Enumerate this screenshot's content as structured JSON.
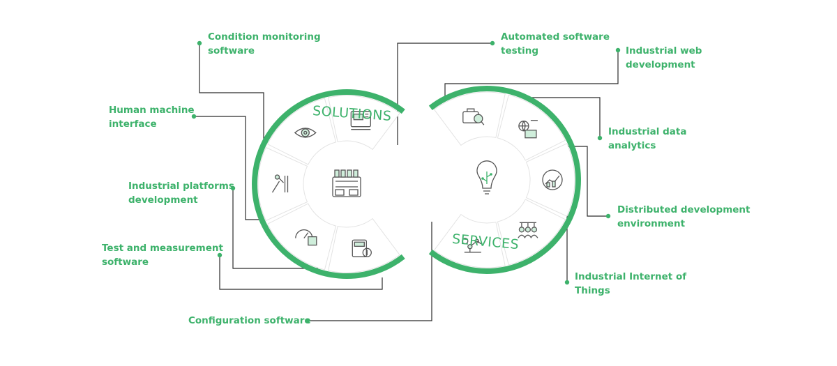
{
  "colors": {
    "accent": "#3db26b",
    "connector": "#2b2b2b",
    "segment_fill": "#ffffff",
    "segment_border": "#e3e3e3",
    "icon_stroke": "#555555"
  },
  "solutions": {
    "title": "SOLUTIONS",
    "center_icon": "control-panel-icon",
    "items": [
      {
        "label": [
          "Condition monitoring",
          "software"
        ],
        "icon": "monitoring-device-icon"
      },
      {
        "label": [
          "Human machine",
          "interface"
        ],
        "icon": "eye-gear-icon"
      },
      {
        "label": [
          "Industrial platforms",
          "development"
        ],
        "icon": "tools-icon"
      },
      {
        "label": [
          "Test and measurement",
          "software"
        ],
        "icon": "gauge-meter-icon"
      },
      {
        "label": [
          "Configuration software"
        ],
        "icon": "control-board-icon"
      }
    ]
  },
  "services": {
    "title": "SERVICES",
    "center_icon": "lightbulb-circuit-icon",
    "items": [
      {
        "label": [
          "Automated software",
          "testing"
        ],
        "icon": "briefcase-search-icon"
      },
      {
        "label": [
          "Industrial web",
          "development"
        ],
        "icon": "web-monitor-icon"
      },
      {
        "label": [
          "Industrial data",
          "analytics"
        ],
        "icon": "analytics-chart-icon"
      },
      {
        "label": [
          "Distributed development",
          "environment"
        ],
        "icon": "team-network-icon"
      },
      {
        "label": [
          "Industrial Internet of",
          "Things"
        ],
        "icon": "robot-arm-icon"
      }
    ]
  }
}
